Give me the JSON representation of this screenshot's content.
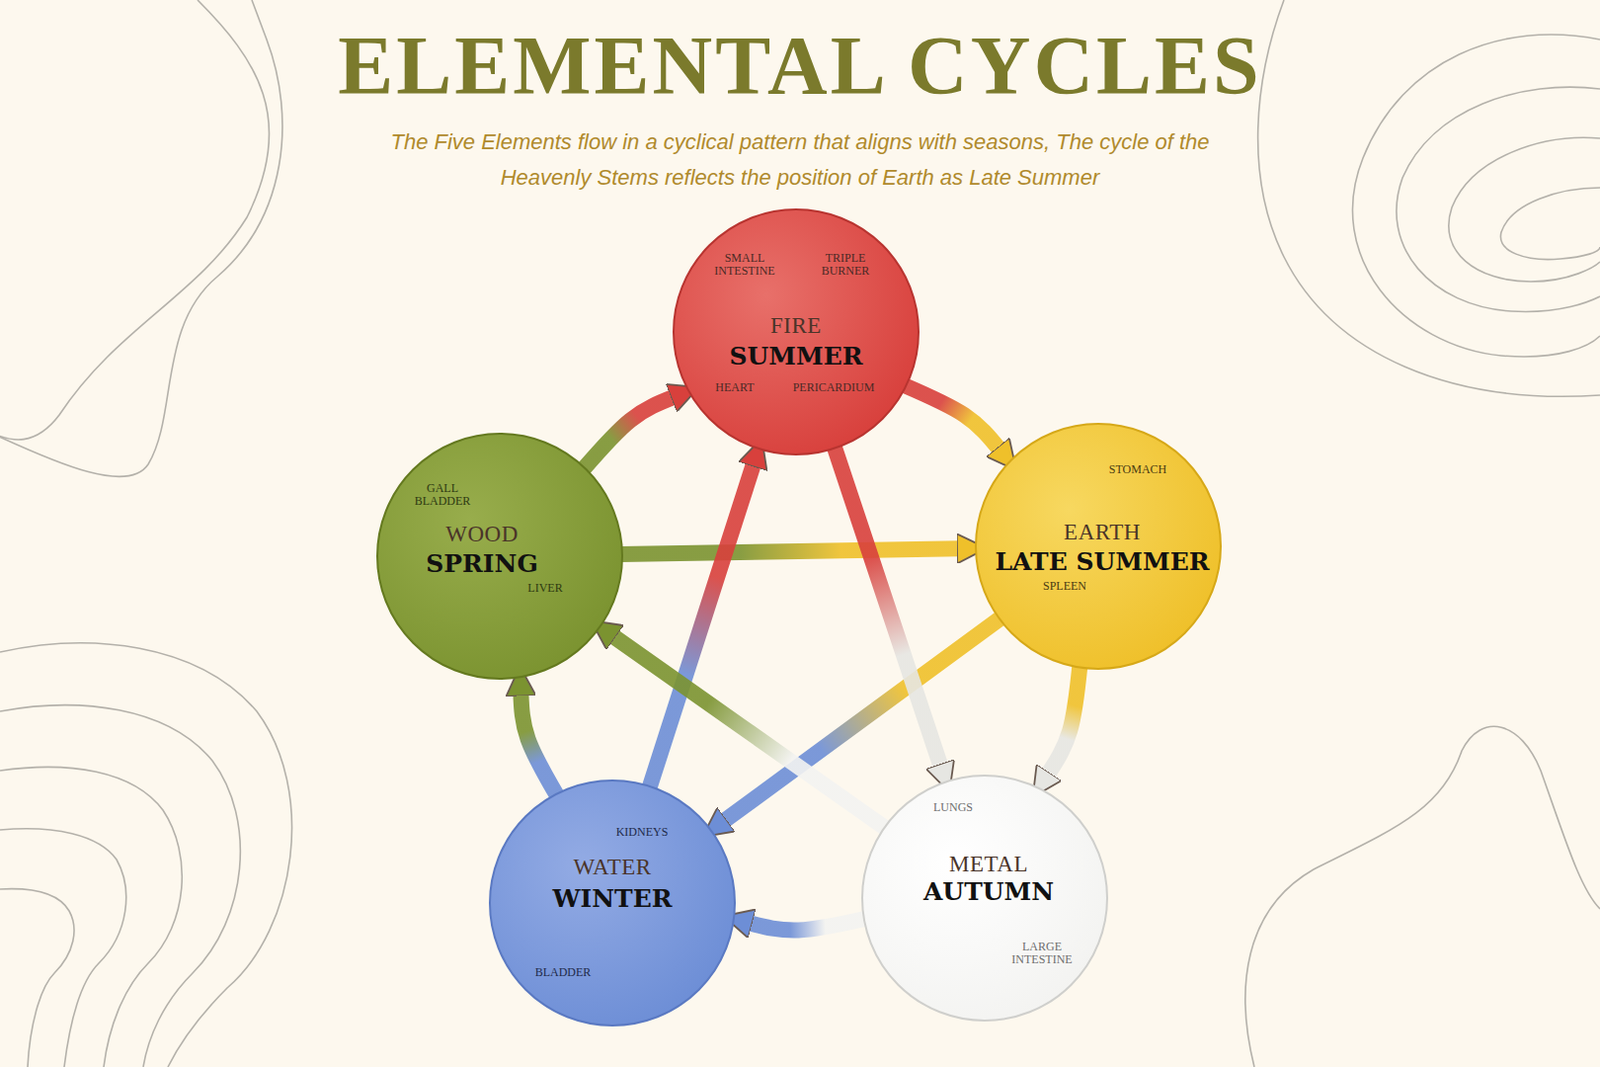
{
  "diagram": {
    "title": "ELEMENTAL CYCLES",
    "caption": "The Five Elements flow in a cyclical pattern that aligns with seasons, The cycle of the Heavenly Stems reflects the position of Earth as Late Summer",
    "nodes": [
      {
        "text": [
          "FIRE",
          "SUMMER",
          "SMALL INTESTINE",
          "TRIPLE BURNER",
          "HEART",
          "PERICARDIUM"
        ]
      },
      {
        "text": [
          "WOOD",
          "SPRING",
          "GALL BLADDER",
          "LIVER"
        ]
      },
      {
        "text": [
          "EARTH",
          "LATE SUMMER",
          "STOMACH",
          "SPLEEN"
        ]
      },
      {
        "text": [
          "WATER",
          "WINTER",
          "KIDNEYS",
          "BLADDER"
        ]
      },
      {
        "text": [
          "METAL",
          "AUTUMN",
          "LUNGS",
          "LARGE INTESTINE"
        ]
      }
    ],
    "edges": [
      {
        "from": 0,
        "to": 2,
        "arrow": "to"
      },
      {
        "from": 2,
        "to": 4,
        "arrow": "to"
      },
      {
        "from": 4,
        "to": 3,
        "arrow": "to"
      },
      {
        "from": 3,
        "to": 1,
        "arrow": "to"
      },
      {
        "from": 1,
        "to": 0,
        "arrow": "to"
      },
      {
        "from": 1,
        "to": 2,
        "arrow": "to"
      },
      {
        "from": 2,
        "to": 3,
        "arrow": "to"
      },
      {
        "from": 3,
        "to": 0,
        "arrow": "to"
      },
      {
        "from": 0,
        "to": 4,
        "arrow": "to"
      },
      {
        "from": 4,
        "to": 1,
        "arrow": "to"
      }
    ]
  }
}
